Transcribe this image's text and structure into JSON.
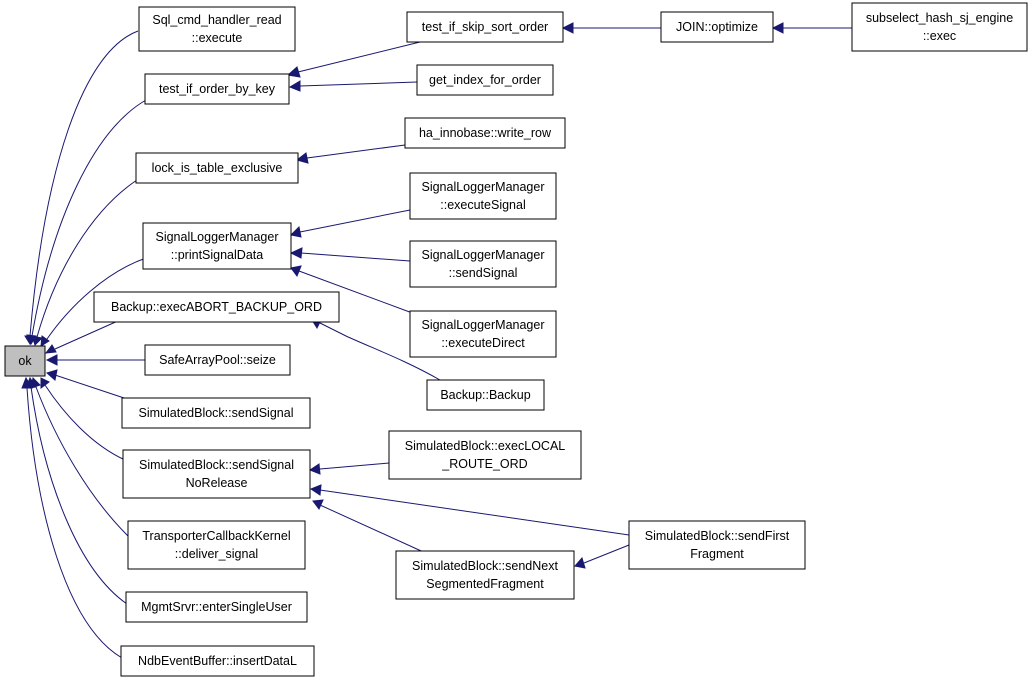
{
  "graph": {
    "edge_color": "#191970",
    "root_fill": "#bfbfbf",
    "nodes": [
      {
        "id": "ok",
        "lines": [
          "ok"
        ],
        "root": true
      },
      {
        "id": "sql_cmd",
        "lines": [
          "Sql_cmd_handler_read",
          "::execute"
        ]
      },
      {
        "id": "test_if_order_by_key",
        "lines": [
          "test_if_order_by_key"
        ]
      },
      {
        "id": "test_if_skip_sort_order",
        "lines": [
          "test_if_skip_sort_order"
        ]
      },
      {
        "id": "join_optimize",
        "lines": [
          "JOIN::optimize"
        ]
      },
      {
        "id": "subselect_hash",
        "lines": [
          "subselect_hash_sj_engine",
          "::exec"
        ]
      },
      {
        "id": "get_index_for_order",
        "lines": [
          "get_index_for_order"
        ]
      },
      {
        "id": "lock_is_table_exclusive",
        "lines": [
          "lock_is_table_exclusive"
        ]
      },
      {
        "id": "ha_innobase_write_row",
        "lines": [
          "ha_innobase::write_row"
        ]
      },
      {
        "id": "slm_print",
        "lines": [
          "SignalLoggerManager",
          "::printSignalData"
        ]
      },
      {
        "id": "slm_execute_signal",
        "lines": [
          "SignalLoggerManager",
          "::executeSignal"
        ]
      },
      {
        "id": "slm_send_signal",
        "lines": [
          "SignalLoggerManager",
          "::sendSignal"
        ]
      },
      {
        "id": "slm_execute_direct",
        "lines": [
          "SignalLoggerManager",
          "::executeDirect"
        ]
      },
      {
        "id": "backup_exec_abort",
        "lines": [
          "Backup::execABORT_BACKUP_ORD"
        ]
      },
      {
        "id": "backup_backup",
        "lines": [
          "Backup::Backup"
        ]
      },
      {
        "id": "safe_array_pool",
        "lines": [
          "SafeArrayPool::seize"
        ]
      },
      {
        "id": "sb_send_signal",
        "lines": [
          "SimulatedBlock::sendSignal"
        ]
      },
      {
        "id": "sb_send_signal_norelease",
        "lines": [
          "SimulatedBlock::sendSignal",
          "NoRelease"
        ]
      },
      {
        "id": "sb_exec_local_route",
        "lines": [
          "SimulatedBlock::execLOCAL",
          "_ROUTE_ORD"
        ]
      },
      {
        "id": "sb_send_first_fragment",
        "lines": [
          "SimulatedBlock::sendFirst",
          "Fragment"
        ]
      },
      {
        "id": "sb_send_next_segmented",
        "lines": [
          "SimulatedBlock::sendNext",
          "SegmentedFragment"
        ]
      },
      {
        "id": "transporter_callback",
        "lines": [
          "TransporterCallbackKernel",
          "::deliver_signal"
        ]
      },
      {
        "id": "mgmsrvr",
        "lines": [
          "MgmtSrvr::enterSingleUser"
        ]
      },
      {
        "id": "ndb_event_buffer",
        "lines": [
          "NdbEventBuffer::insertDataL"
        ]
      }
    ],
    "edges": [
      {
        "from": "sql_cmd",
        "to": "ok"
      },
      {
        "from": "test_if_order_by_key",
        "to": "ok"
      },
      {
        "from": "lock_is_table_exclusive",
        "to": "ok"
      },
      {
        "from": "slm_print",
        "to": "ok"
      },
      {
        "from": "backup_exec_abort",
        "to": "ok"
      },
      {
        "from": "safe_array_pool",
        "to": "ok"
      },
      {
        "from": "sb_send_signal",
        "to": "ok"
      },
      {
        "from": "sb_send_signal_norelease",
        "to": "ok"
      },
      {
        "from": "transporter_callback",
        "to": "ok"
      },
      {
        "from": "mgmsrvr",
        "to": "ok"
      },
      {
        "from": "ndb_event_buffer",
        "to": "ok"
      },
      {
        "from": "test_if_skip_sort_order",
        "to": "test_if_order_by_key"
      },
      {
        "from": "get_index_for_order",
        "to": "test_if_order_by_key"
      },
      {
        "from": "join_optimize",
        "to": "test_if_skip_sort_order"
      },
      {
        "from": "subselect_hash",
        "to": "join_optimize"
      },
      {
        "from": "ha_innobase_write_row",
        "to": "lock_is_table_exclusive"
      },
      {
        "from": "slm_execute_signal",
        "to": "slm_print"
      },
      {
        "from": "slm_send_signal",
        "to": "slm_print"
      },
      {
        "from": "slm_execute_direct",
        "to": "slm_print"
      },
      {
        "from": "backup_backup",
        "to": "backup_exec_abort"
      },
      {
        "from": "sb_exec_local_route",
        "to": "sb_send_signal_norelease"
      },
      {
        "from": "sb_send_first_fragment",
        "to": "sb_send_signal_norelease"
      },
      {
        "from": "sb_send_next_segmented",
        "to": "sb_send_signal_norelease"
      },
      {
        "from": "sb_send_first_fragment",
        "to": "sb_send_next_segmented"
      }
    ]
  }
}
